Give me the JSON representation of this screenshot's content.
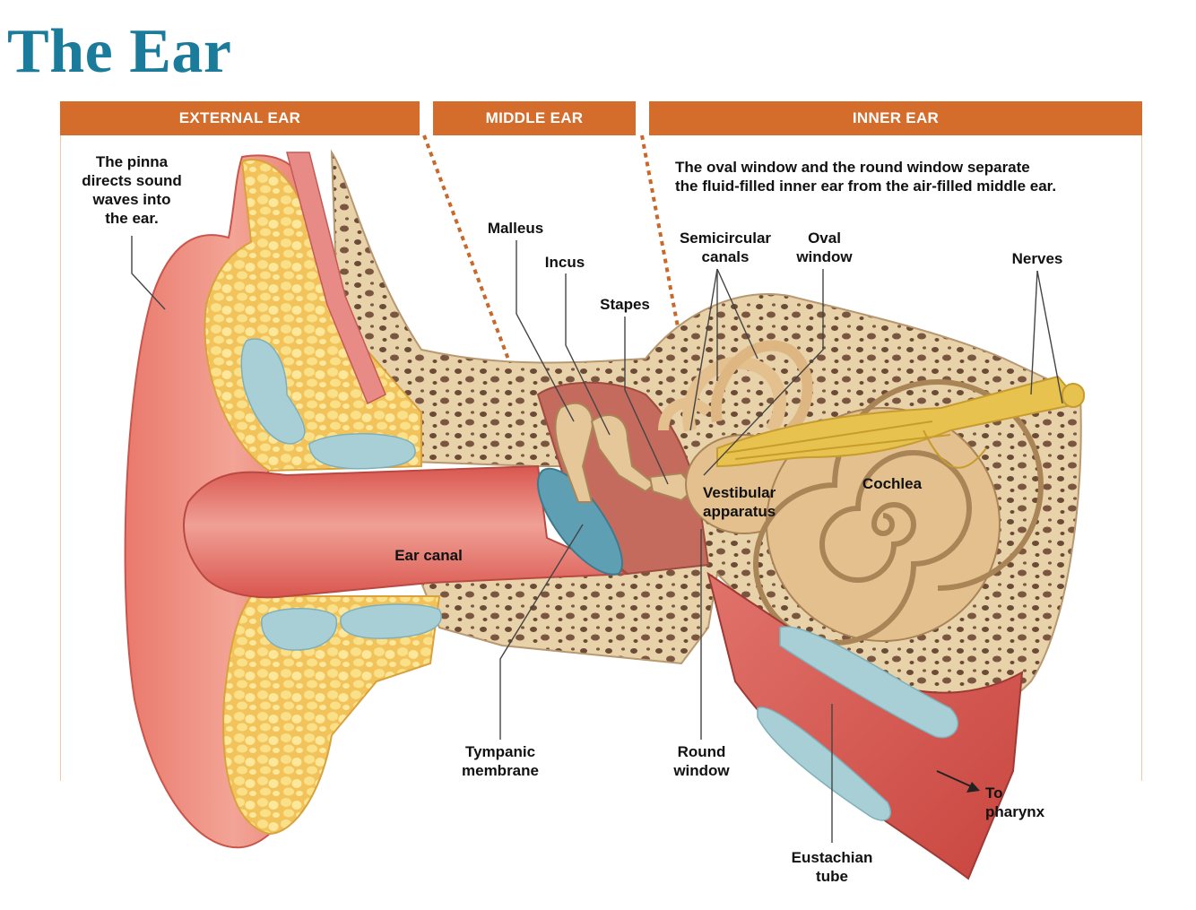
{
  "title": "The Ear",
  "sections": {
    "external": "EXTERNAL EAR",
    "middle": "MIDDLE EAR",
    "inner": "INNER EAR"
  },
  "notes": {
    "pinna": "The pinna\ndirects sound\nwaves into\nthe ear.",
    "windows": "The oval window and the round window separate\nthe fluid-filled inner ear from the air-filled middle ear."
  },
  "labels": {
    "malleus": "Malleus",
    "incus": "Incus",
    "stapes": "Stapes",
    "semicircular_canals": "Semicircular\ncanals",
    "oval_window": "Oval\nwindow",
    "nerves": "Nerves",
    "vestibular_apparatus": "Vestibular\napparatus",
    "cochlea": "Cochlea",
    "ear_canal": "Ear canal",
    "tympanic_membrane": "Tympanic\nmembrane",
    "round_window": "Round\nwindow",
    "eustachian_tube": "Eustachian\ntube",
    "to_pharynx": "To\npharynx"
  },
  "colors": {
    "title": "#1a7b9b",
    "header": "#d46c2c",
    "skin": "#ee8d7e",
    "skin_dark": "#d9635a",
    "canal": "#e96f68",
    "fat": "#f6d46a",
    "cartilage": "#a8cfd6",
    "bone": "#e8d2aa",
    "bone_hole": "#6b4a36",
    "membrane": "#5e9fb3",
    "ossicle": "#e6c79a",
    "cochlea": "#e3c08d",
    "nerve": "#e8c24f",
    "dashed": "#c8692c"
  }
}
